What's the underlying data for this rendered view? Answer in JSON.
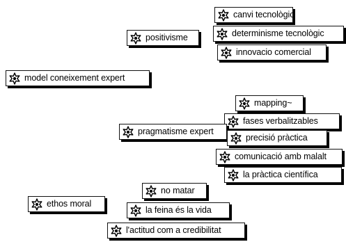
{
  "network": {
    "nodes": {
      "n1": {
        "label": "canvi tecnològic",
        "icon": "code-star-icon"
      },
      "n2": {
        "label": "positivisme",
        "icon": "code-star-icon"
      },
      "n3": {
        "label": "determinisme tecnològic",
        "icon": "code-star-icon"
      },
      "n4": {
        "label": "innovacio comercial",
        "icon": "code-star-icon"
      },
      "n5": {
        "label": "model coneixement expert",
        "icon": "code-star-icon"
      },
      "n6": {
        "label": "mapping~",
        "icon": "code-star-icon"
      },
      "n7": {
        "label": "fases verbalitzables",
        "icon": "code-star-icon"
      },
      "n8": {
        "label": "pragmatisme expert",
        "icon": "code-star-icon"
      },
      "n9": {
        "label": "precisió pràctica",
        "icon": "code-star-icon"
      },
      "n10": {
        "label": "comunicació amb malalt",
        "icon": "code-star-icon"
      },
      "n11": {
        "label": "la pràctica científica",
        "icon": "code-star-icon"
      },
      "n12": {
        "label": "no matar",
        "icon": "code-star-icon"
      },
      "n13": {
        "label": "ethos moral",
        "icon": "code-star-icon"
      },
      "n14": {
        "label": "la feina és la vida",
        "icon": "code-star-icon"
      },
      "n15": {
        "label": "l'actitud com a credibilitat",
        "icon": "code-star-icon"
      }
    }
  }
}
